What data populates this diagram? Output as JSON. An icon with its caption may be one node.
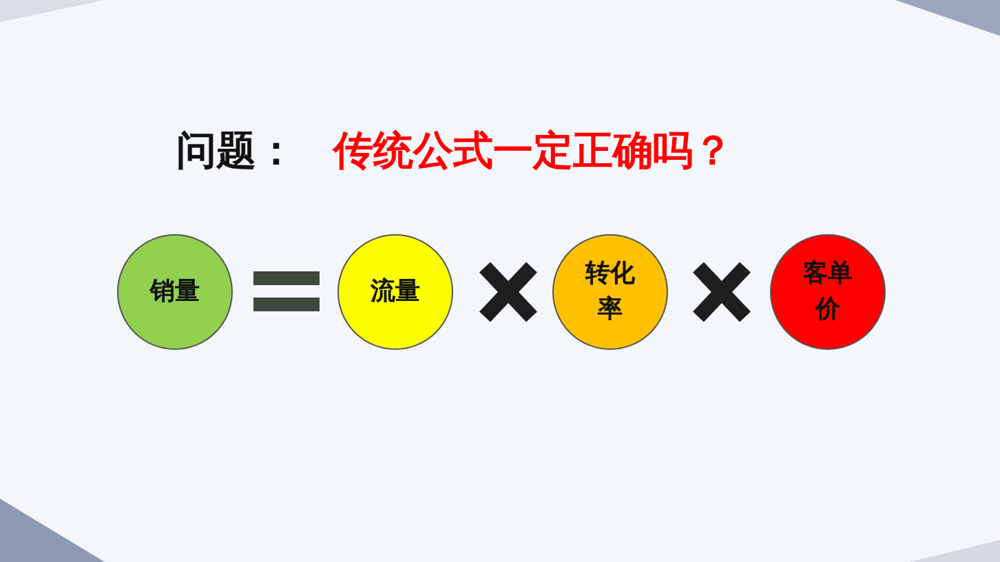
{
  "diagram": {
    "title": "问题：",
    "nodes": [
      {
        "text": [
          "销量"
        ]
      },
      {
        "text": [
          "流量"
        ]
      },
      {
        "text": [
          "转化率"
        ]
      },
      {
        "text": [
          "客单价"
        ]
      }
    ],
    "labels": [
      "传统公式一定正确吗？"
    ]
  }
}
